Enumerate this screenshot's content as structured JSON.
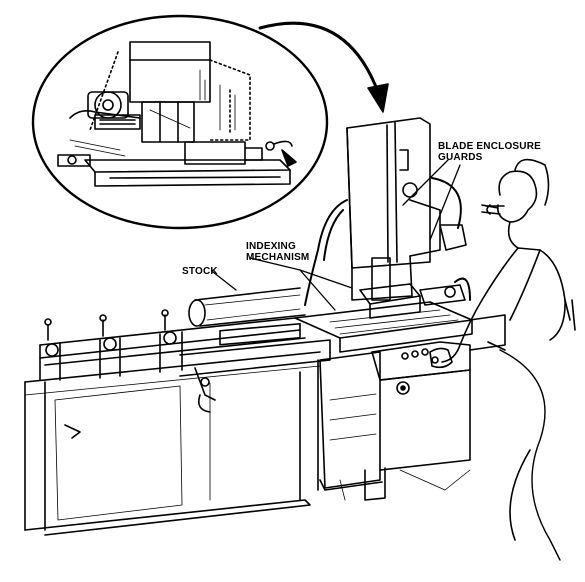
{
  "labels": {
    "blade_guards_line1": "BLADE ENCLOSURE",
    "blade_guards_line2": "GUARDS",
    "indexing_line1": "INDEXING",
    "indexing_line2": "MECHANISM",
    "stock": "STOCK"
  },
  "colors": {
    "ink": "#000000",
    "paper": "#ffffff"
  }
}
